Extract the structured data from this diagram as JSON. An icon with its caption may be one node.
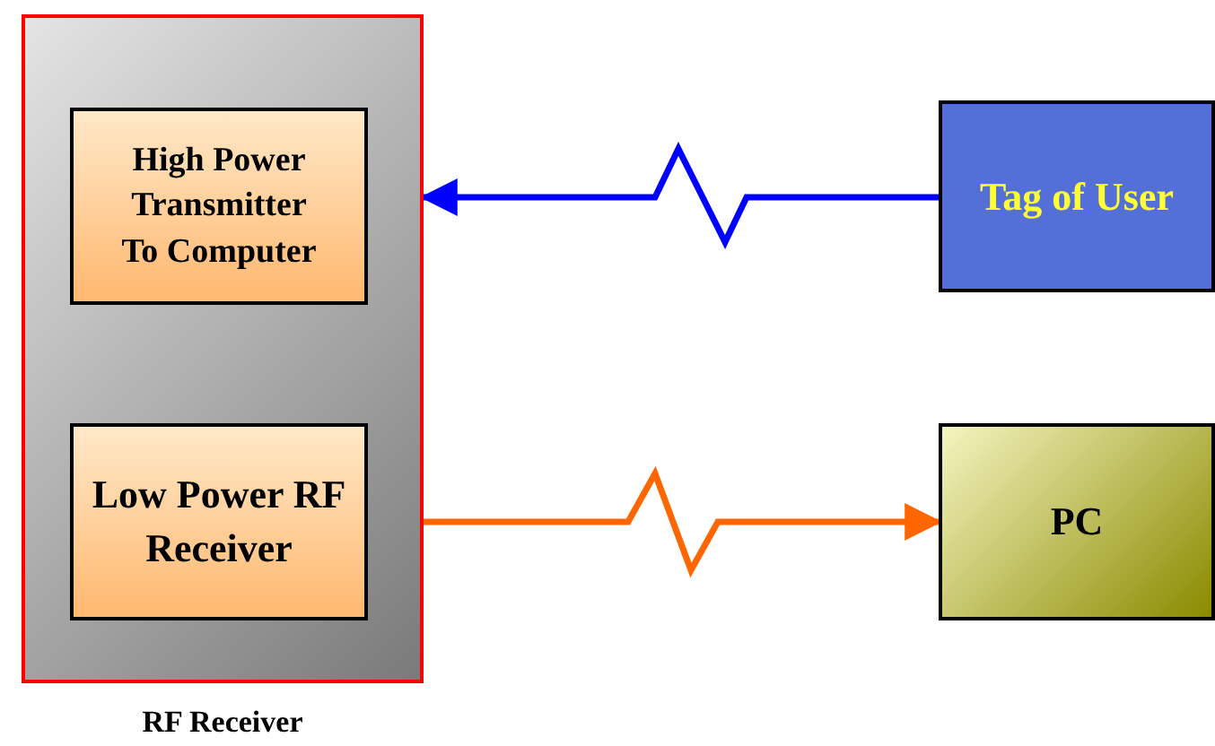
{
  "diagram": {
    "nodes": [
      {
        "text": [
          "RF Receiver"
        ]
      },
      {
        "text": [
          "High Power Transmitter To Computer"
        ],
        "in": 0
      },
      {
        "text": [
          "Low Power RF Receiver"
        ],
        "in": 0
      },
      {
        "text": [
          "Tag of User"
        ]
      },
      {
        "text": [
          "PC"
        ]
      }
    ],
    "edges": [
      {
        "from": 3,
        "to": 0,
        "arrow": "to",
        "color": "#0000ff"
      },
      {
        "from": 0,
        "to": 4,
        "arrow": "to",
        "color": "#ff6600"
      }
    ]
  }
}
